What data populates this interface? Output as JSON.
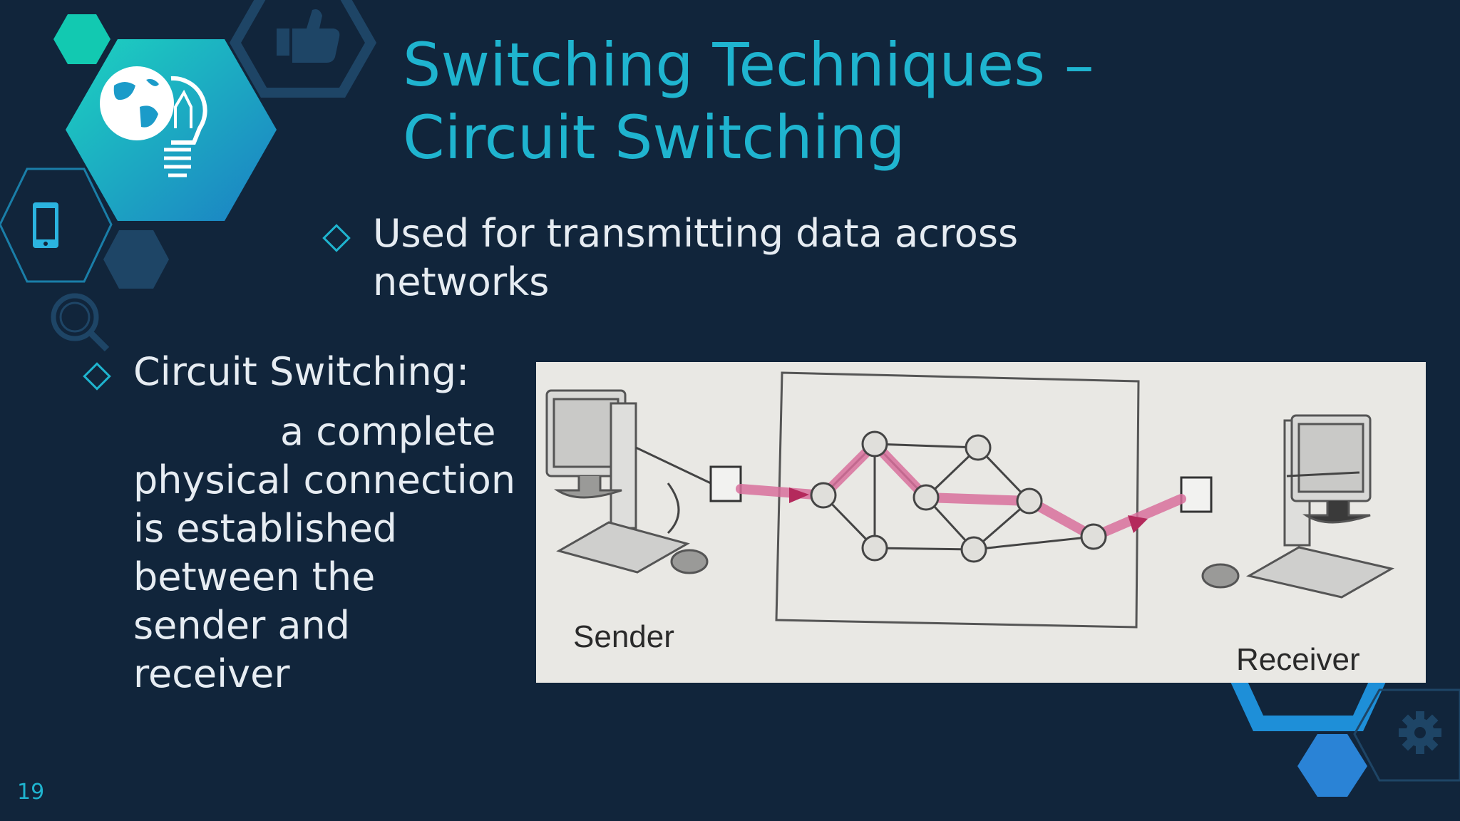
{
  "slide": {
    "title_lines": [
      "Switching Techniques –",
      "Circuit Switching"
    ],
    "number": "19"
  },
  "bullets": {
    "first": [
      "Used for transmitting data across",
      "networks"
    ],
    "second_heading": "Circuit Switching:",
    "second_body": [
      "a complete",
      "physical connection",
      "is established",
      "between the",
      "sender and",
      "receiver"
    ]
  },
  "figure": {
    "sender_label": "Sender",
    "receiver_label": "Receiver"
  },
  "icons": [
    "globe-lightbulb-icon",
    "thumbs-up-icon",
    "mobile-phone-icon",
    "magnifier-icon",
    "gear-icon"
  ],
  "colors": {
    "background": "#11253b",
    "accent": "#1fb4cf",
    "text": "#e6ecf2",
    "path_highlight": "#d8709c"
  }
}
